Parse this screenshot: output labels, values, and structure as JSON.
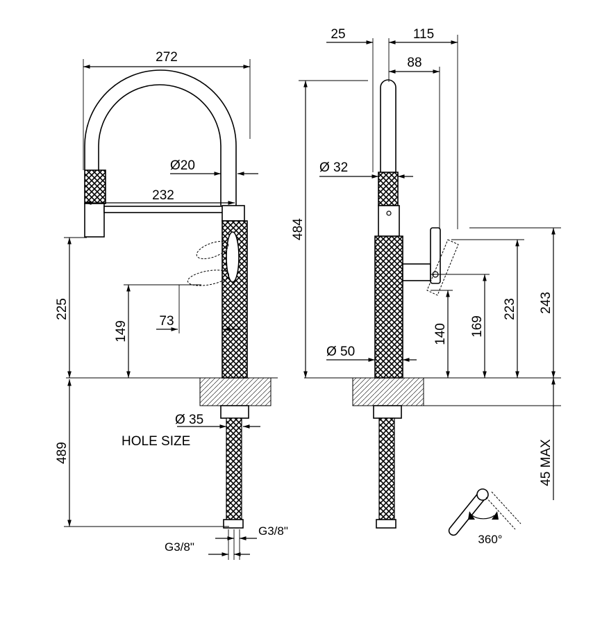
{
  "front_view": {
    "overall_width": "272",
    "spout_reach": "232",
    "spout_diameter": "Ø20",
    "outlet_height": "225",
    "lever_height": "149",
    "lever_offset": "73",
    "hole_diameter": "Ø 35",
    "hole_label": "HOLE SIZE",
    "hose_length": "489",
    "connection_left": "G3/8\"",
    "connection_right": "G3/8\""
  },
  "side_view": {
    "top_offset": "25",
    "overall_depth": "115",
    "lever_reach": "88",
    "overall_height": "484",
    "top_diameter": "Ø 32",
    "base_diameter": "Ø 50",
    "dim_140": "140",
    "dim_169": "169",
    "dim_223": "223",
    "dim_243": "243",
    "max_deck": "45 MAX"
  },
  "rotation": {
    "label": "360°"
  },
  "colors": {
    "line": "#000000",
    "background": "#ffffff"
  }
}
